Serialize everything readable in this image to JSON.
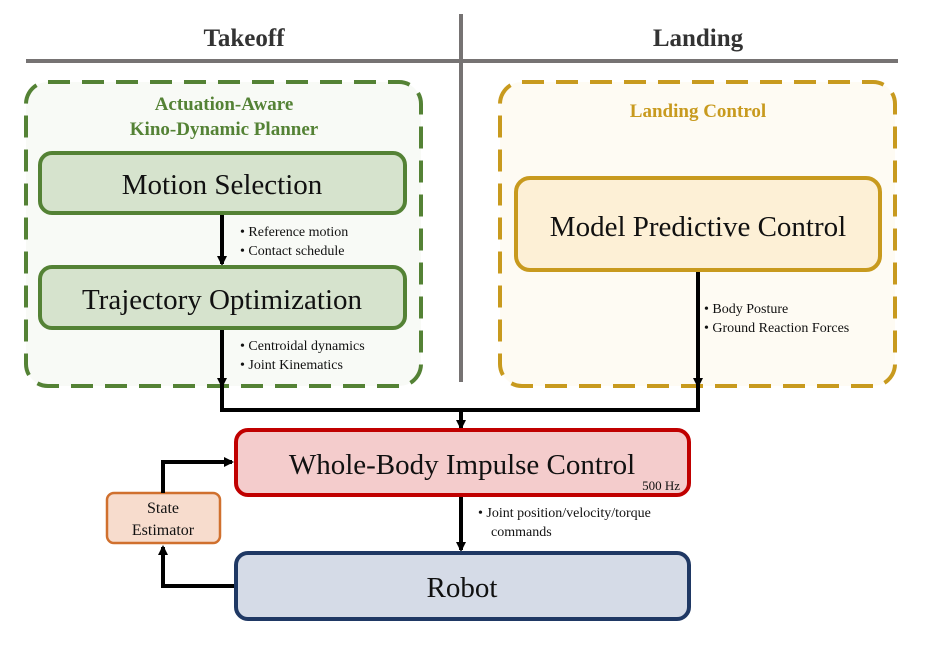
{
  "sections": {
    "takeoff": "Takeoff",
    "landing": "Landing"
  },
  "colors": {
    "divider": "#767373",
    "green_border": "#548235",
    "green_fill": "#d6e3cd",
    "green_panel": "#f8faf6",
    "gold_border": "#c89a1e",
    "gold_fill": "#fdf0d6",
    "gold_panel": "#fefbf3",
    "red_border": "#c00000",
    "red_fill": "#f4cccc",
    "orange_border": "#d0702e",
    "orange_fill": "#f7dccd",
    "blue_border": "#1f3864",
    "blue_fill": "#d5dbe7",
    "arrow": "#000000"
  },
  "takeoff_panel": {
    "title_line1": "Actuation-Aware",
    "title_line2": "Kino-Dynamic Planner",
    "motion_selection": "Motion Selection",
    "motion_outputs": [
      "•  Reference motion",
      "•  Contact schedule"
    ],
    "trajectory_optimization": "Trajectory Optimization",
    "trajectory_outputs": [
      "•  Centroidal dynamics",
      "•  Joint Kinematics"
    ]
  },
  "landing_panel": {
    "title": "Landing Control",
    "mpc": "Model Predictive Control",
    "mpc_outputs": [
      "•  Body Posture",
      "•  Ground Reaction Forces"
    ]
  },
  "wbic": {
    "label": "Whole-Body Impulse Control",
    "rate": "500 Hz",
    "outputs": [
      "•  Joint position/velocity/torque",
      "commands"
    ]
  },
  "state_estimator": {
    "line1": "State",
    "line2": "Estimator"
  },
  "robot": {
    "label": "Robot"
  }
}
